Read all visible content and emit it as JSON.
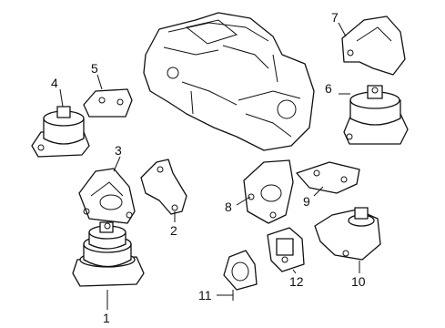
{
  "callouts": [
    "1",
    "2",
    "3",
    "4",
    "5",
    "6",
    "7",
    "8",
    "9",
    "10",
    "11",
    "12"
  ],
  "colors": {
    "line": "#111111",
    "background": "#ffffff"
  }
}
